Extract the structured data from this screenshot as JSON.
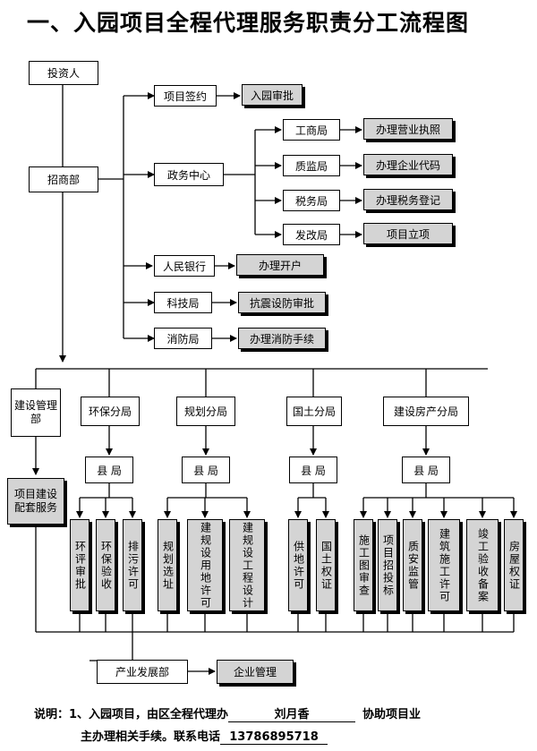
{
  "title": "一、入园项目全程代理服务职责分工流程图",
  "nodes": {
    "investor": "投资人",
    "zhaoshang": "招商部",
    "xiangmu_qianyue": "项目签约",
    "ruyuan_shenpi": "入园审批",
    "zhengwu": "政务中心",
    "gongshang": "工商局",
    "yingye": "办理营业执照",
    "zhijian": "质监局",
    "qiye_daima": "办理企业代码",
    "shuiwu": "税务局",
    "shuiwu_dengji": "办理税务登记",
    "fagai": "发改局",
    "lixiang": "项目立项",
    "renmin_yinhang": "人民银行",
    "kaihu": "办理开户",
    "keji": "科技局",
    "kangzhen": "抗震设防审批",
    "xiaofang": "消防局",
    "xiaofang_shouxu": "办理消防手续",
    "jianshe_guanli": "建设管理部",
    "huanbao": "环保分局",
    "guihua": "规划分局",
    "guotu": "国土分局",
    "fangchan": "建设房产分局",
    "xianju": "县 局",
    "peitao": "项目建设配套服务",
    "chanye": "产业发展部",
    "qiye_guanli": "企业管理"
  },
  "leaves": {
    "huanbao": [
      "环评审批",
      "环保验收",
      "排污许可"
    ],
    "guihua": [
      "规划选址",
      "建规设用地许可",
      "建规设工程设计"
    ],
    "guotu": [
      "供地许可",
      "国土权证"
    ],
    "fangchan": [
      "施工图审查",
      "项目招投标",
      "质安监管",
      "建筑施工许可",
      "竣工验收备案",
      "房屋权证"
    ]
  },
  "note": {
    "label": "说明：1、入园项目，由区全程代理办",
    "agent": "刘月香",
    "mid": "协助项目业",
    "line2": "主办理相关手续。联系电话",
    "phone": "13786895718"
  }
}
